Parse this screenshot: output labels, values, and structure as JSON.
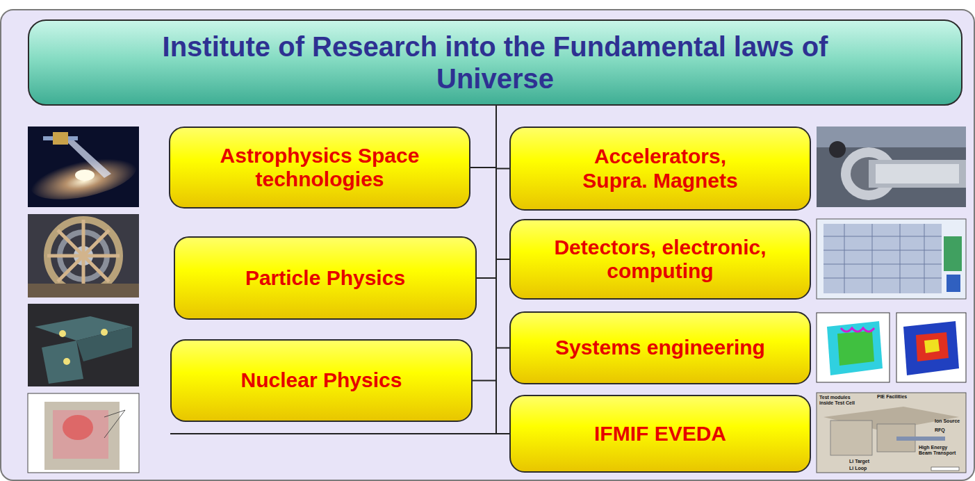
{
  "diagram": {
    "nodes": [
      {
        "text": [
          "Institute of Research into the Fundamental laws of Universe"
        ]
      },
      {
        "text": [
          "Astrophysics Space technologies"
        ]
      },
      {
        "text": [
          "Accelerators, Supra. Magnets"
        ]
      },
      {
        "text": [
          "Detectors, electronic, computing"
        ]
      },
      {
        "text": [
          "Particle Physics"
        ]
      },
      {
        "text": [
          "Systems engineering"
        ]
      },
      {
        "text": [
          "Nuclear Physics"
        ]
      },
      {
        "text": [
          "IFMIF EVEDA"
        ]
      }
    ],
    "edges": [
      {
        "from": 0,
        "to": 1,
        "arrow": "none"
      },
      {
        "from": 0,
        "to": 2,
        "arrow": "none"
      },
      {
        "from": 0,
        "to": 3,
        "arrow": "none"
      },
      {
        "from": 0,
        "to": 4,
        "arrow": "none"
      },
      {
        "from": 0,
        "to": 5,
        "arrow": "none"
      },
      {
        "from": 0,
        "to": 6,
        "arrow": "none"
      },
      {
        "from": 0,
        "to": 7,
        "arrow": "none"
      }
    ],
    "labels": [
      "Test modules inside Test Cell",
      "PIE Facilities",
      "Ion Source",
      "RFQ",
      "High Energy Beam Transport",
      "Li Target",
      "Li Loop"
    ]
  }
}
